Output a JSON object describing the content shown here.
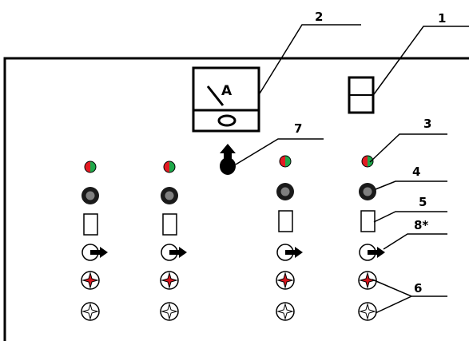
{
  "meter": {
    "unit_symbol": "A"
  },
  "callouts": [
    {
      "id": "c1",
      "text": "1"
    },
    {
      "id": "c2",
      "text": "2"
    },
    {
      "id": "c3",
      "text": "3"
    },
    {
      "id": "c4",
      "text": "4"
    },
    {
      "id": "c5",
      "text": "5"
    },
    {
      "id": "c6",
      "text": "6"
    },
    {
      "id": "c7",
      "text": "7"
    },
    {
      "id": "c8",
      "text": "8*"
    }
  ],
  "colors": {
    "indicator_red": "#e31b23",
    "indicator_green": "#1ea84a",
    "knob": "#1a1a1a",
    "knob_ring": "#7f7f7f",
    "star_red": "#d4141c",
    "outline": "#000000"
  },
  "icons": {
    "indicator": "red-green-indicator-lamp-icon",
    "knob": "round-knob-icon",
    "socket": "rectangular-socket-icon",
    "switch": "arrow-switch-icon",
    "button_red": "red-star-button-icon",
    "button_plain": "plain-star-button-icon",
    "meter": "ammeter-icon",
    "breaker": "breaker-switch-icon",
    "lever": "lever-handle-icon"
  }
}
